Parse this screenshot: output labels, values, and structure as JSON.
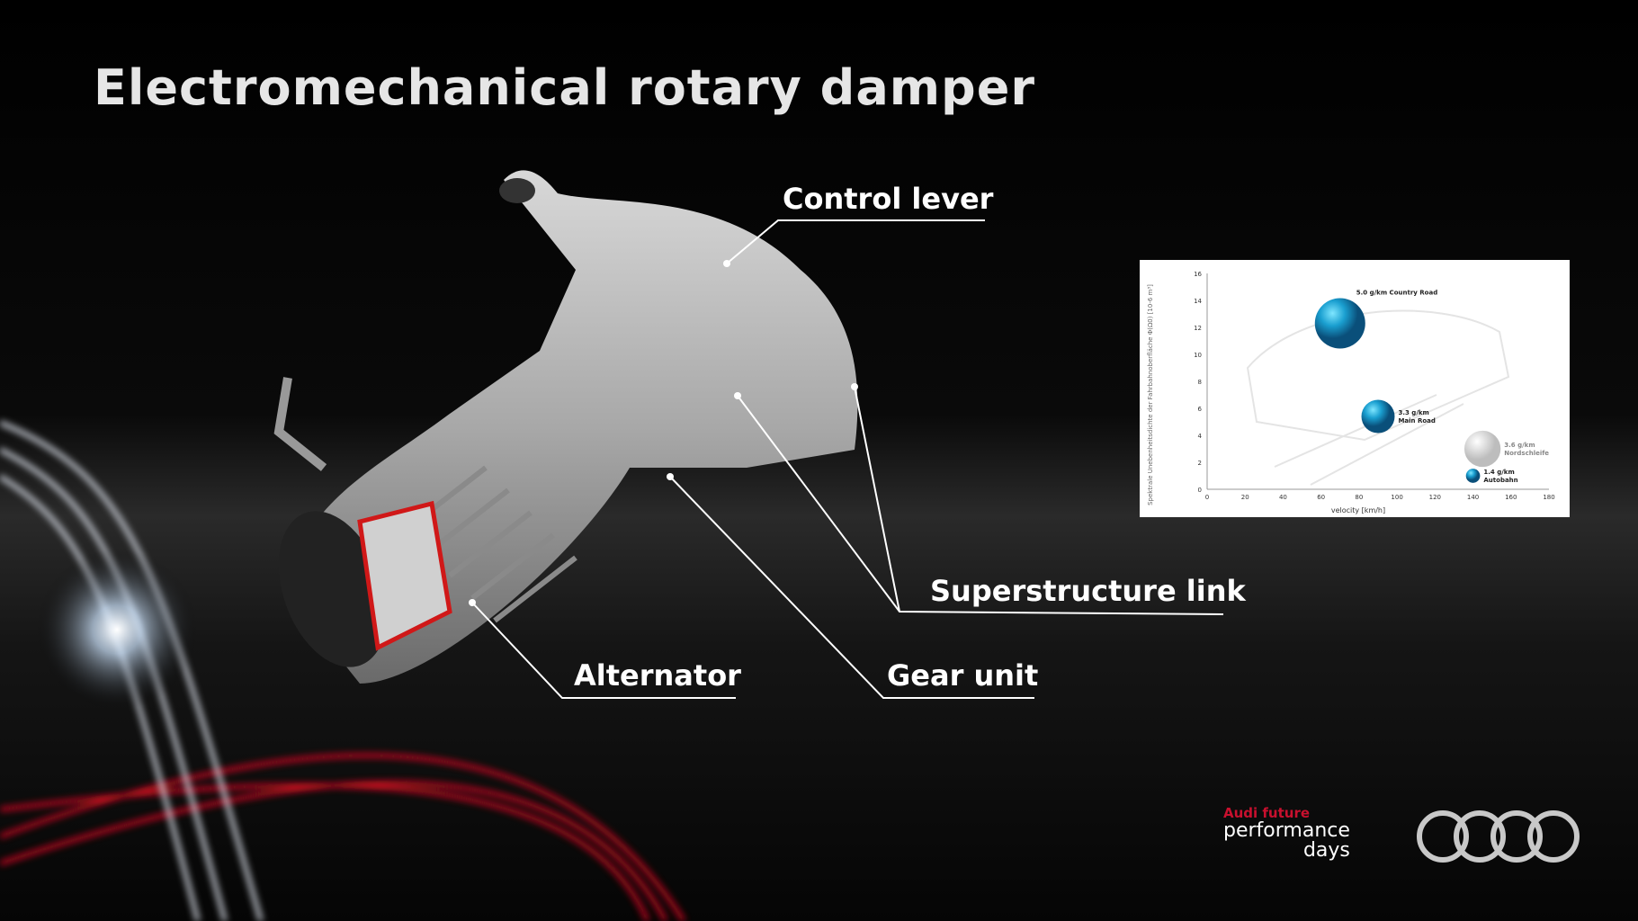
{
  "title": "Electromechanical rotary damper",
  "callouts": {
    "control_lever": "Control lever",
    "superstructure_link": "Superstructure link",
    "alternator": "Alternator",
    "gear_unit": "Gear unit"
  },
  "chart_data": {
    "type": "scatter",
    "title": "",
    "xlabel": "velocity [km/h]",
    "ylabel": "Spektrale Unebenheitsdichte der Fahrbahnoberfläche Φ(Ω0) [10-6 m³]",
    "xlim": [
      0,
      180
    ],
    "ylim": [
      0,
      16
    ],
    "xticks": [
      0,
      20,
      40,
      60,
      80,
      100,
      120,
      140,
      160,
      180
    ],
    "yticks": [
      0,
      2,
      4,
      6,
      8,
      10,
      12,
      14,
      16
    ],
    "series": [
      {
        "name": "Country Road",
        "x": 70,
        "y": 12.3,
        "size": 5.0,
        "label1": "5.0 g/km Country Road",
        "label2": "",
        "color": "#1a9fd0"
      },
      {
        "name": "Main Road",
        "x": 90,
        "y": 5.4,
        "size": 3.3,
        "label1": "3.3 g/km",
        "label2": "Main Road",
        "color": "#1a9fd0"
      },
      {
        "name": "Nordschleife",
        "x": 145,
        "y": 3.0,
        "size": 3.6,
        "label1": "3.6 g/km",
        "label2": "Nordschleife",
        "color": "#dcdcdc"
      },
      {
        "name": "Autobahn",
        "x": 140,
        "y": 1.0,
        "size": 1.4,
        "label1": "1.4 g/km",
        "label2": "Autobahn",
        "color": "#1a9fd0"
      }
    ]
  },
  "logo": {
    "line1": "Audi future",
    "line2": "performance",
    "line3": "days"
  },
  "colors": {
    "accent": "#c8102e",
    "bubble": "#1a9fd0"
  }
}
